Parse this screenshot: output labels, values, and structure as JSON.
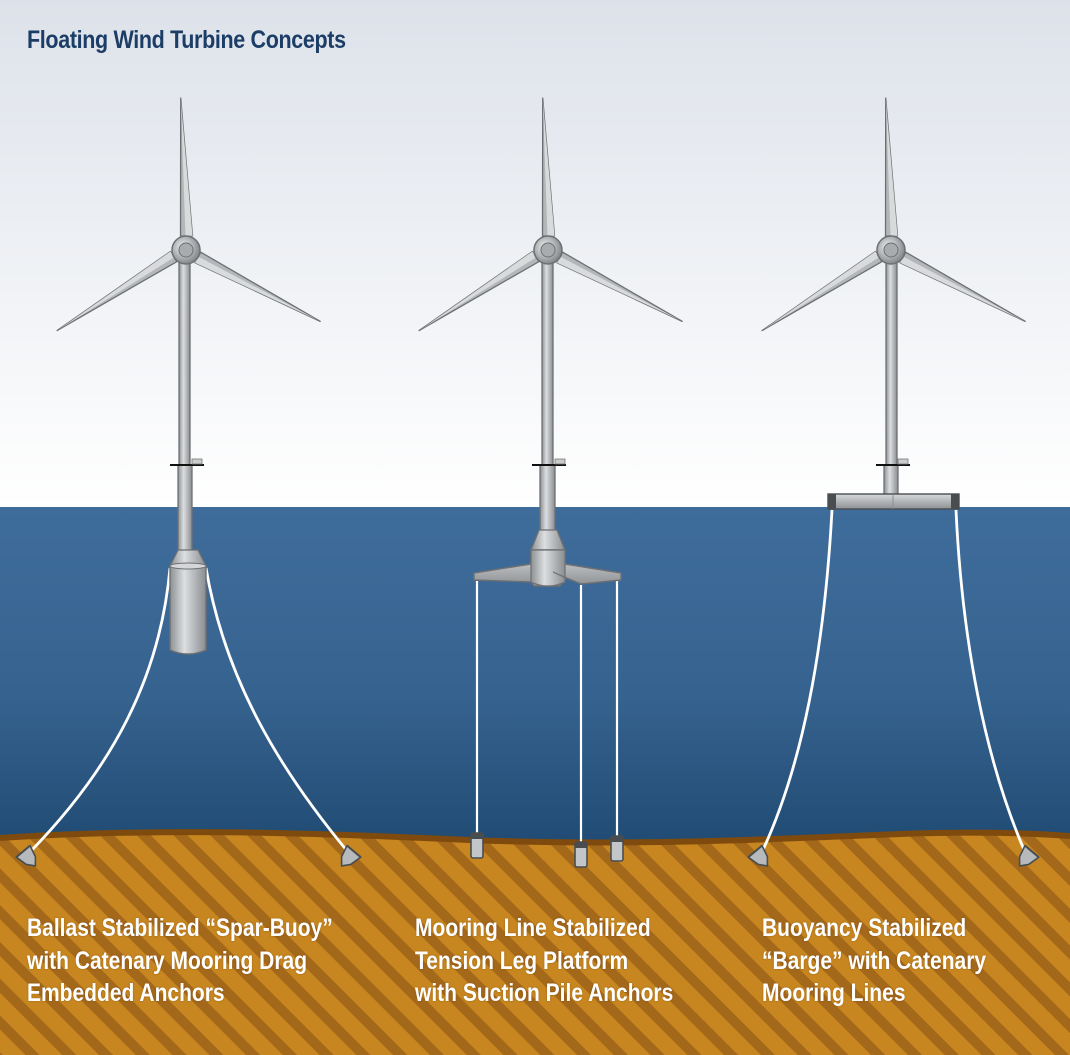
{
  "title": "Floating Wind Turbine Concepts",
  "concepts": [
    {
      "id": "spar-buoy",
      "caption_lines": [
        "Ballast Stabilized “Spar-Buoy”",
        "with Catenary Mooring Drag",
        "Embedded Anchors"
      ]
    },
    {
      "id": "tension-leg",
      "caption_lines": [
        "Mooring Line Stabilized",
        "Tension Leg Platform",
        "with Suction Pile Anchors"
      ]
    },
    {
      "id": "barge",
      "caption_lines": [
        "Buoyancy Stabilized",
        "“Barge” with Catenary",
        "Mooring Lines"
      ]
    }
  ],
  "colors": {
    "title": "#1b3d66",
    "sky_top": "#dde2ea",
    "sky_bottom": "#ffffff",
    "sea_top": "#3f6d9b",
    "sea_bottom": "#1f4a72",
    "seabed": "#c7861f",
    "seabed_stripe": "#9b6214",
    "steel": "#b9bcbf",
    "steel_dark": "#6f7275",
    "mooring_line": "#ffffff",
    "caption": "#ffffff"
  },
  "icons": [
    "wind-turbine-icon",
    "spar-buoy-icon",
    "tension-leg-platform-icon",
    "barge-platform-icon",
    "drag-anchor-icon",
    "suction-pile-anchor-icon"
  ]
}
